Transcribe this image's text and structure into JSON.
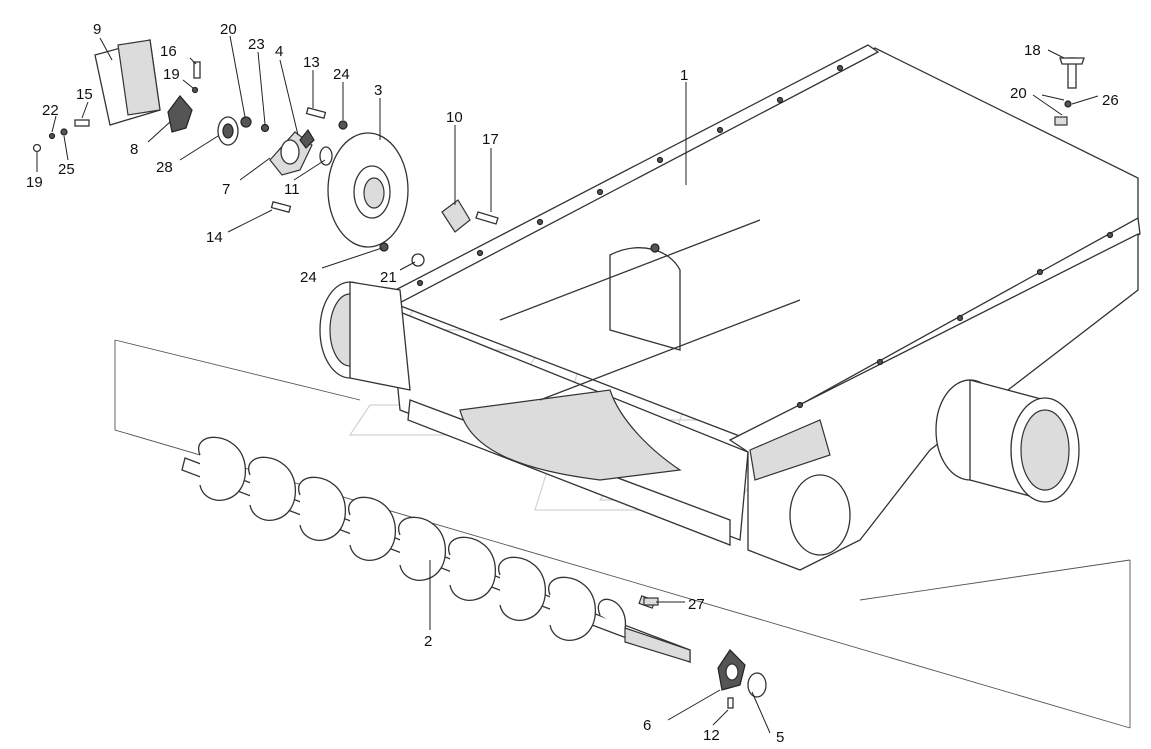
{
  "callouts": [
    {
      "id": "1",
      "text": "1"
    },
    {
      "id": "2",
      "text": "2"
    },
    {
      "id": "3",
      "text": "3"
    },
    {
      "id": "4",
      "text": "4"
    },
    {
      "id": "5",
      "text": "5"
    },
    {
      "id": "6",
      "text": "6"
    },
    {
      "id": "7",
      "text": "7"
    },
    {
      "id": "8",
      "text": "8"
    },
    {
      "id": "9",
      "text": "9"
    },
    {
      "id": "10",
      "text": "10"
    },
    {
      "id": "11",
      "text": "11"
    },
    {
      "id": "12",
      "text": "12"
    },
    {
      "id": "13",
      "text": "13"
    },
    {
      "id": "14",
      "text": "14"
    },
    {
      "id": "15",
      "text": "15"
    },
    {
      "id": "16",
      "text": "16"
    },
    {
      "id": "17",
      "text": "17"
    },
    {
      "id": "18",
      "text": "18"
    },
    {
      "id": "19a",
      "text": "19"
    },
    {
      "id": "19b",
      "text": "19"
    },
    {
      "id": "20a",
      "text": "20"
    },
    {
      "id": "20b",
      "text": "20"
    },
    {
      "id": "21",
      "text": "21"
    },
    {
      "id": "22",
      "text": "22"
    },
    {
      "id": "23",
      "text": "23"
    },
    {
      "id": "24a",
      "text": "24"
    },
    {
      "id": "24b",
      "text": "24"
    },
    {
      "id": "25",
      "text": "25"
    },
    {
      "id": "26",
      "text": "26"
    },
    {
      "id": "27",
      "text": "27"
    },
    {
      "id": "28",
      "text": "28"
    }
  ]
}
